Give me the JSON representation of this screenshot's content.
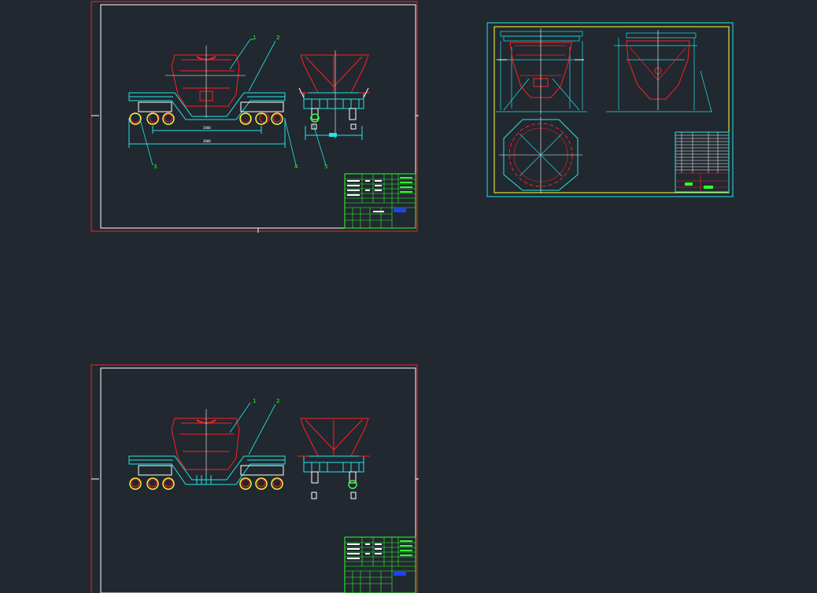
{
  "viewport": {
    "background": "#212830"
  },
  "colors": {
    "red": "#ff2020",
    "cyan": "#21e6e6",
    "white": "#ffffff",
    "green": "#30ff30",
    "yellow": "#ffff40",
    "blue": "#2040ff"
  },
  "sheets": [
    {
      "id": "sheet-top-left",
      "callouts": [
        "1",
        "2",
        "3",
        "4",
        "5"
      ],
      "dims": [
        "2000",
        "3000",
        "1000"
      ]
    },
    {
      "id": "sheet-right"
    },
    {
      "id": "sheet-bottom-left",
      "callouts": [
        "1",
        "2"
      ]
    }
  ],
  "callout_text": {
    "s1": [
      "1",
      "2",
      "3",
      "4",
      "5"
    ],
    "s3": [
      "1",
      "2"
    ]
  }
}
